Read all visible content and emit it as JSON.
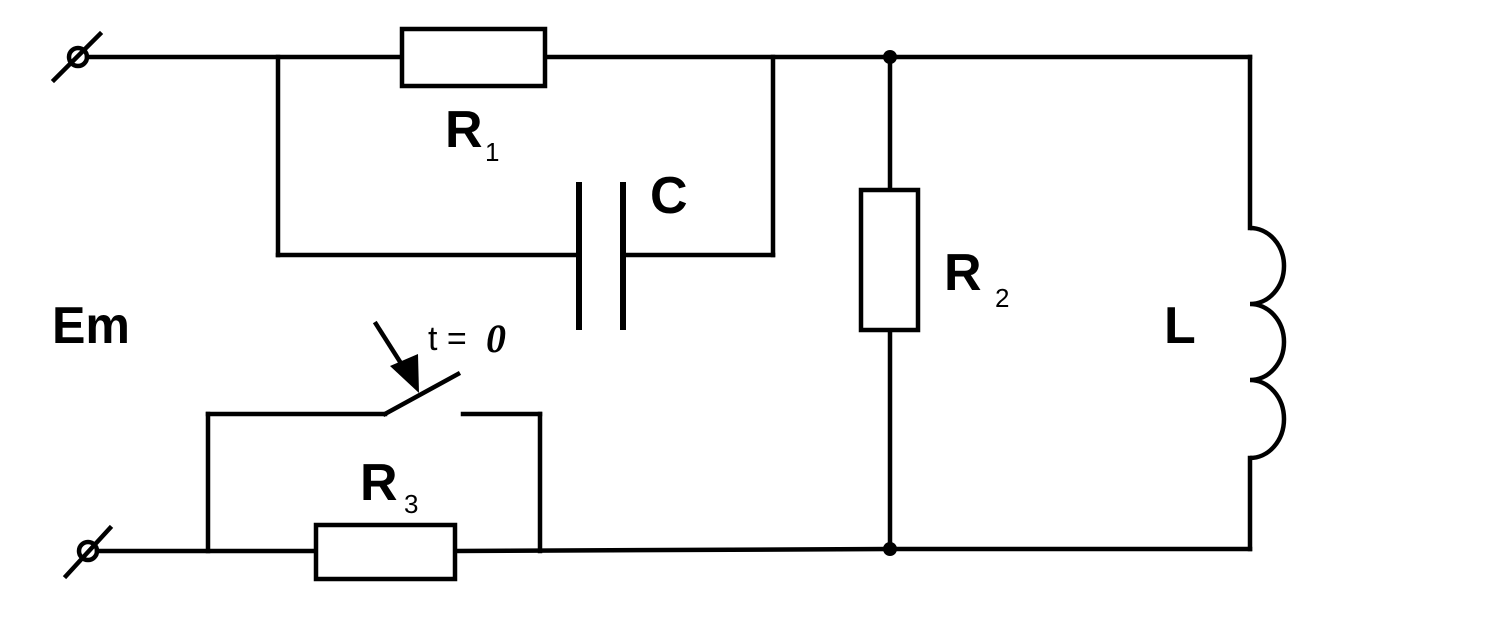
{
  "diagram": {
    "labels": {
      "r1": "R",
      "r1_sub": "1",
      "r2": "R",
      "r2_sub": "2",
      "r3": "R",
      "r3_sub": "3",
      "capacitor": "C",
      "inductor": "L",
      "source": "Em",
      "switch_time": "t =",
      "switch_zero": "0"
    }
  }
}
